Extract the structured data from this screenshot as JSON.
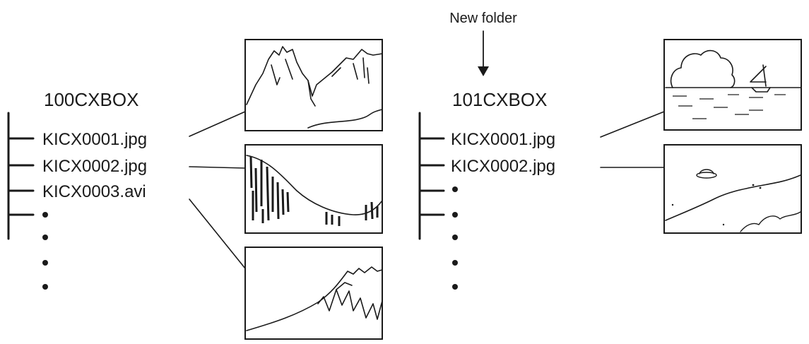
{
  "callout": {
    "label": "New folder"
  },
  "folders": [
    {
      "name": "100CXBOX",
      "files": [
        "KICX0001.jpg",
        "KICX0002.jpg",
        "KICX0003.avi"
      ],
      "thumbnails": [
        "mountain-peaks-picture",
        "forest-valley-picture",
        "rocky-slope-picture"
      ]
    },
    {
      "name": "101CXBOX",
      "files": [
        "KICX0001.jpg",
        "KICX0002.jpg"
      ],
      "thumbnails": [
        "sailboat-cloud-picture",
        "shoreline-object-picture"
      ]
    }
  ],
  "continuation_marker": "ellipsis-dots"
}
